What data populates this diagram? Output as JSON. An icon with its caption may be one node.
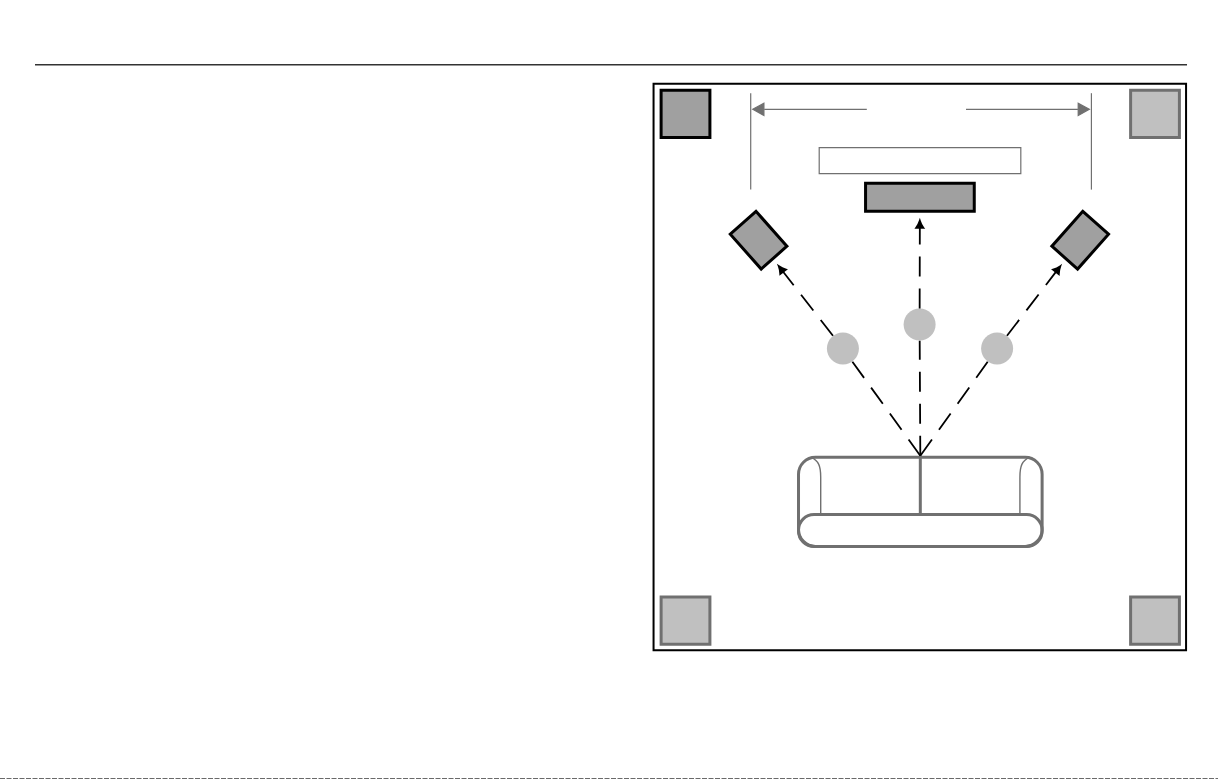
{
  "diagram": {
    "nodes": [
      {
        "text": [],
        "shape": "box"
      },
      {
        "text": [],
        "shape": "box",
        "in": 0
      },
      {
        "text": [],
        "shape": "box",
        "in": 0
      },
      {
        "text": [],
        "shape": "box",
        "in": 0
      },
      {
        "text": [],
        "shape": "box",
        "in": 0
      },
      {
        "text": [],
        "shape": "box",
        "in": 0
      },
      {
        "text": [],
        "shape": "box",
        "in": 0
      },
      {
        "text": [],
        "shape": "circle",
        "in": 0
      },
      {
        "text": [],
        "shape": "circle",
        "in": 0
      },
      {
        "text": [],
        "shape": "circle",
        "in": 0
      },
      {
        "text": [],
        "shape": "picture",
        "in": 0
      },
      {
        "text": [],
        "shape": "box",
        "in": 0
      },
      {
        "text": [],
        "shape": "box",
        "in": 0
      }
    ],
    "edges": [
      {
        "from": 10,
        "to": 8,
        "arrow": "none",
        "style": "dashed"
      },
      {
        "from": 8,
        "to": 5,
        "arrow": "to",
        "style": "dashed"
      },
      {
        "from": 10,
        "to": 7,
        "arrow": "none",
        "style": "dashed"
      },
      {
        "from": 7,
        "to": 4,
        "arrow": "to",
        "style": "dashed"
      },
      {
        "from": 10,
        "to": 9,
        "arrow": "none",
        "style": "dashed"
      },
      {
        "from": 9,
        "to": 6,
        "arrow": "to",
        "style": "dashed"
      }
    ]
  }
}
